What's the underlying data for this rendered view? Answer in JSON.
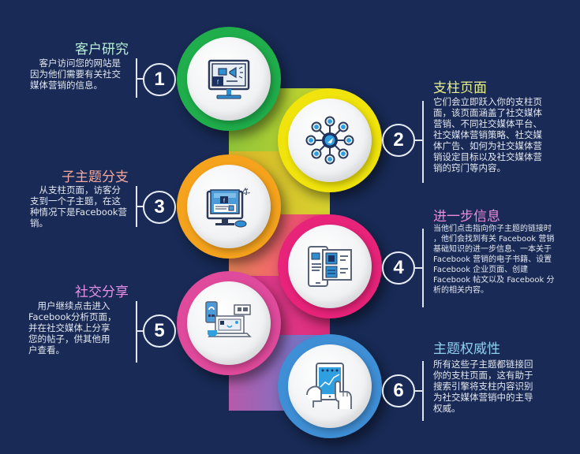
{
  "steps": [
    {
      "number": "1",
      "title": "客户研究",
      "title_color": "#b8f0d8",
      "ring_color": "#1fae4b",
      "icon": "monitor-megaphone-icon",
      "body_lines": [
        "　客户访问您的网站是",
        "因为他们需要有关社交",
        "媒体营销的信息。"
      ]
    },
    {
      "number": "2",
      "title": "支柱页面",
      "title_color": "#e8f08a",
      "ring_color": "#f0e40c",
      "icon": "network-hub-icon",
      "body_lines": [
        "它们会立即跃入你的支柱页",
        "面，该页面涵盖了社交媒体",
        "营销、不同社交媒体平台、",
        "社交媒体营销策略、社交媒",
        "体广告、如何为社交媒体营",
        "销设定目标以及社交媒体营",
        "销的窍门等内容。"
      ]
    },
    {
      "number": "3",
      "title": "子主题分支",
      "title_color": "#f4a8a0",
      "ring_color": "#f5a31d",
      "icon": "monitor-cursor-icon",
      "body_lines": [
        "　从支柱页面，访客分",
        "支到一个子主题，在这",
        "种情况下是Facebook营",
        "销。"
      ]
    },
    {
      "number": "4",
      "title": "进一步信息",
      "title_color": "#f08ad8",
      "ring_color": "#e8237a",
      "icon": "tablet-document-icon",
      "body_lines": [
        "当他们点击指向你子主题的链接时",
        "，他们会找到有关 Facebook 营销",
        "基础知识的进一步信息、一本关于",
        "Facebook 营销的电子书籍、设置",
        "Facebook 企业页面、创建",
        "Facebook 帖文以及 Facebook 分",
        "析的相关内容。"
      ]
    },
    {
      "number": "5",
      "title": "社交分享",
      "title_color": "#e890e8",
      "ring_color": "#e04a9c",
      "icon": "devices-sharing-icon",
      "body_lines": [
        "　用户继续点击进入",
        "Facebook分析页面，",
        "并在社交媒体上分享",
        "您的帖子，供其他用",
        "户查看。"
      ]
    },
    {
      "number": "6",
      "title": "主题权威性",
      "title_color": "#8fd0f0",
      "ring_color": "#3f8fd6",
      "icon": "tablet-chart-hands-icon",
      "body_lines": [
        "所有这些子主题都链接回",
        "你的支柱页面，这有助于",
        "搜索引擎将支柱内容识别",
        "为社交媒体营销中的主导",
        "权威。"
      ]
    }
  ],
  "colors": {
    "background": "#182a55",
    "text": "#e4e8f0",
    "line": "#dfe4ee"
  }
}
